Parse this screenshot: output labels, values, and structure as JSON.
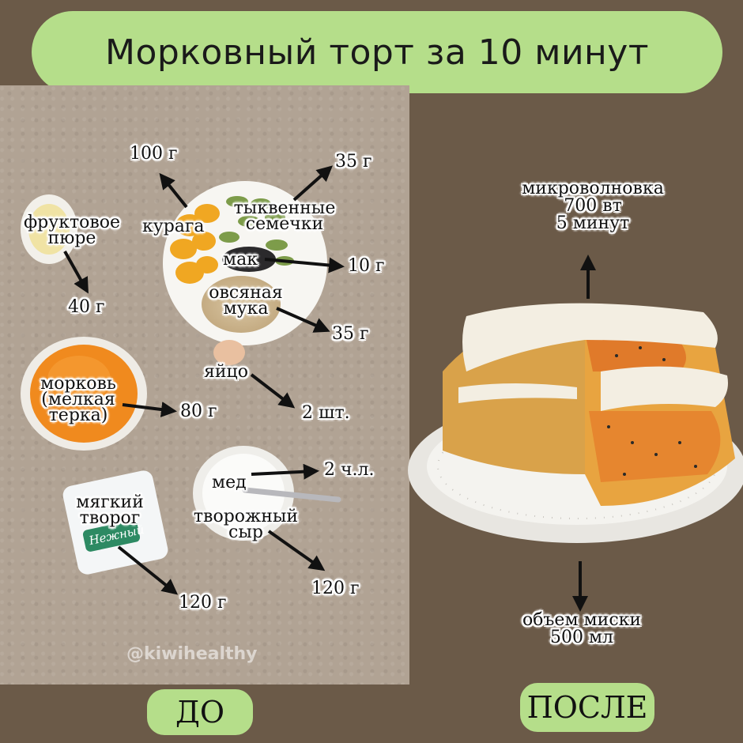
{
  "title": "Морковный торт за 10 минут",
  "ingredients": [
    {
      "name": "фруктовое пюре",
      "amount": "40 г"
    },
    {
      "name": "курага",
      "amount": "100 г"
    },
    {
      "name": "тыквенные семечки",
      "amount": "35 г"
    },
    {
      "name": "мак",
      "amount": "10 г"
    },
    {
      "name": "овсяная мука",
      "amount": "35 г"
    },
    {
      "name": "яйцо",
      "amount": "2 шт."
    },
    {
      "name": "морковь (мелкая терка)",
      "amount": "80 г"
    },
    {
      "name": "мед",
      "amount": "2 ч.л."
    },
    {
      "name": "мягкий творог",
      "amount": "120 г"
    },
    {
      "name": "творожный сыр",
      "amount": "120 г"
    }
  ],
  "microwave": {
    "line1": "микроволновка",
    "line2": "700 вт",
    "line3": "5 минут"
  },
  "bowl": {
    "line1": "объем миски",
    "line2": "500 мл"
  },
  "package_brand": "Нежный",
  "watermark": "@kiwihealthy",
  "before_label": "ДО",
  "after_label": "ПОСЛЕ",
  "colors": {
    "accent": "#b5de8a",
    "background": "#6b5a48",
    "board": "#b1a394"
  }
}
